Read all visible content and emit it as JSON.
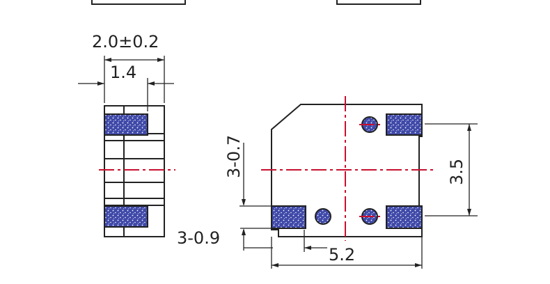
{
  "labels": {
    "left_width": "2.0±0.2",
    "left_inner": "1.4",
    "pad_height": "3-0.7",
    "pad_width": "3-0.9",
    "overall_width": "5.2",
    "pad_pitch": "3.5"
  },
  "colors": {
    "outline": "#222222",
    "centerline": "#c8102e",
    "pad_fill": "#3f49a8",
    "pad_speckle": "#ffffff"
  }
}
